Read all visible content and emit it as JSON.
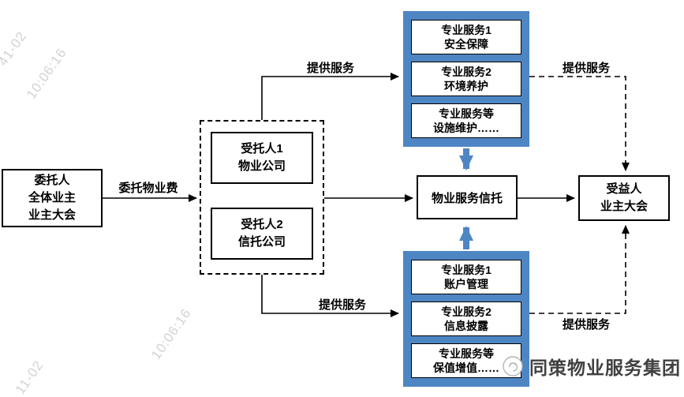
{
  "colors": {
    "box_blue": "#4E86C4",
    "line_color": "#000000",
    "watermark_gray": "#8a8a8a",
    "brand_text": "#404040"
  },
  "client": {
    "line1": "委托人",
    "line2": "全体业主",
    "line3": "业主大会"
  },
  "fee_label": "委托物业费",
  "trustees": {
    "t1": {
      "line1": "受托人1",
      "line2": "物业公司"
    },
    "t2": {
      "line1": "受托人2",
      "line2": "信托公司"
    }
  },
  "top_services": {
    "s1": {
      "line1": "专业服务1",
      "line2": "安全保障"
    },
    "s2": {
      "line1": "专业服务2",
      "line2": "环境养护"
    },
    "s3": {
      "line1": "专业服务等",
      "line2": "设施维护……"
    }
  },
  "trust_label": "物业服务信托",
  "bottom_services": {
    "s1": {
      "line1": "专业服务1",
      "line2": "账户管理"
    },
    "s2": {
      "line1": "专业服务2",
      "line2": "信息披露"
    },
    "s3": {
      "line1": "专业服务等",
      "line2": "保值增值……"
    }
  },
  "beneficiary": {
    "line1": "受益人",
    "line2": "业主大会"
  },
  "service_labels": {
    "top_left": "提供服务",
    "top_right": "提供服务",
    "bottom_left": "提供服务",
    "bottom_right": "提供服务"
  },
  "watermarks": {
    "w1": "41-02",
    "w2": "10:06:16",
    "w3": "10:06:16",
    "w4": "11-02"
  },
  "footer": {
    "brand": "同策物业服务集团"
  }
}
